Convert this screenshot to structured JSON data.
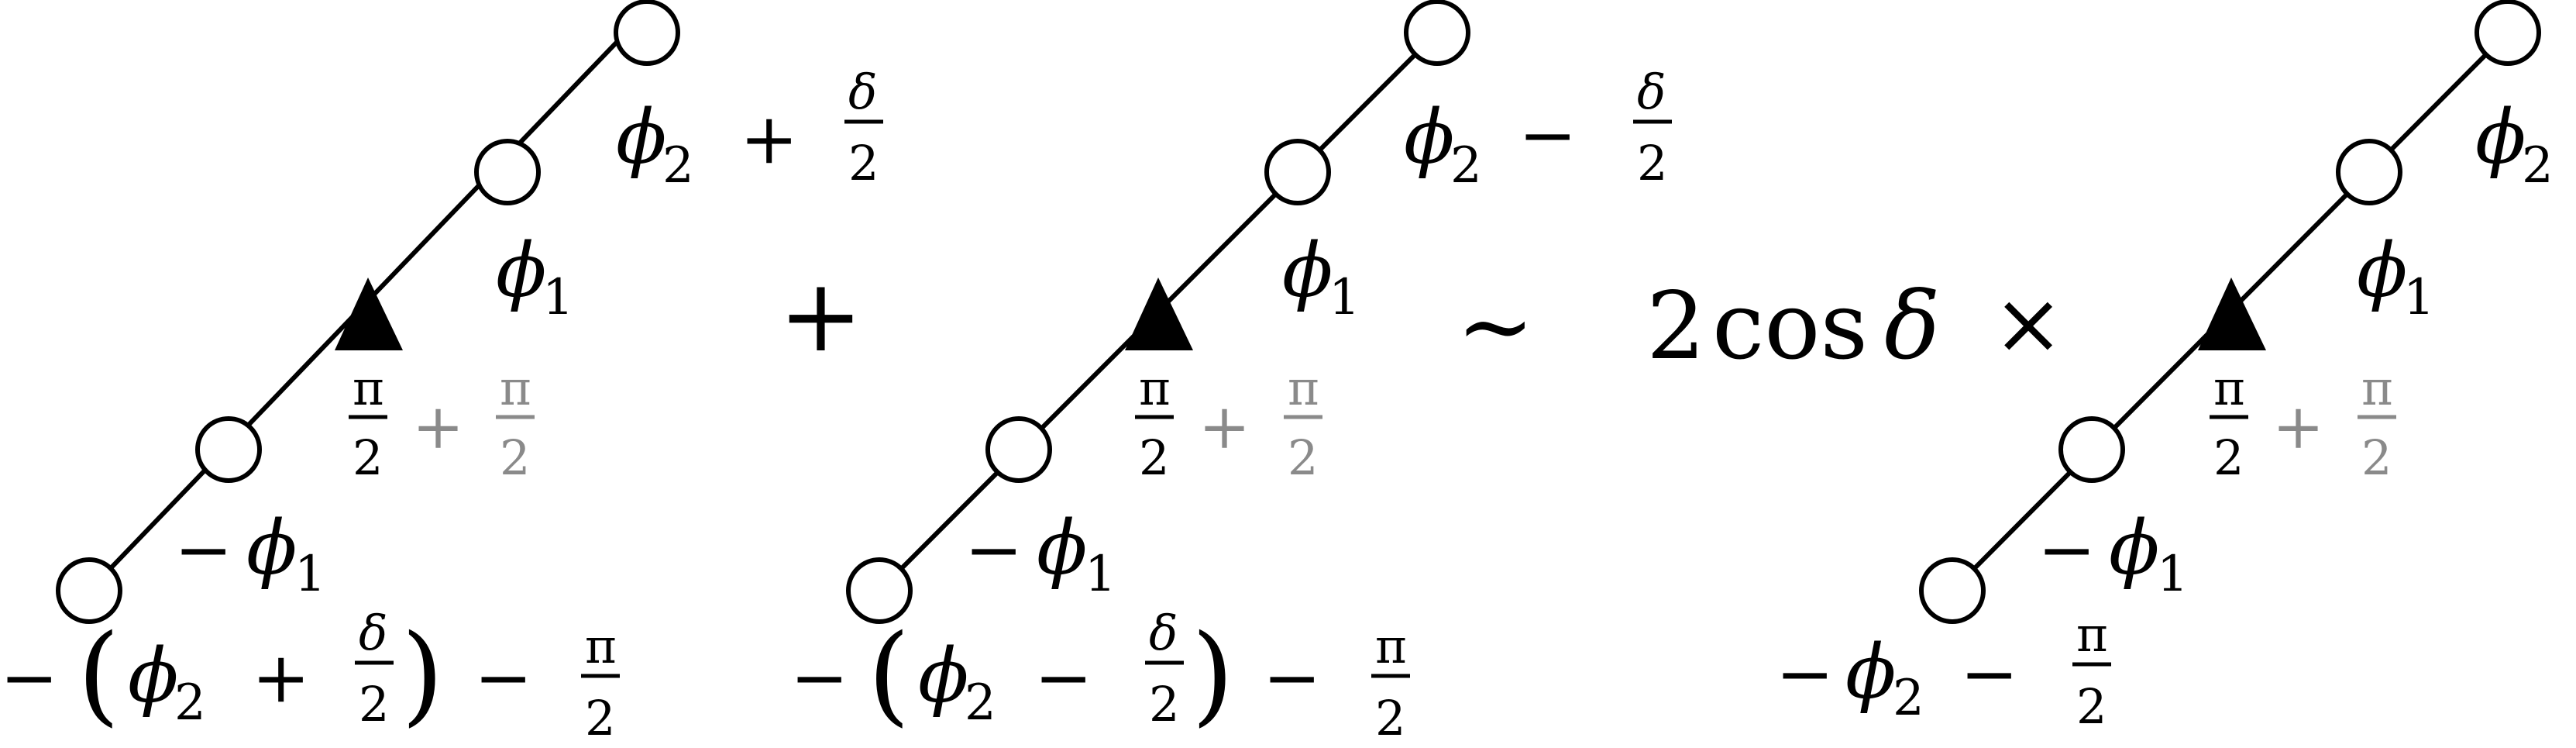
{
  "diagrams": [
    {
      "top_label": {
        "phi": "ϕ",
        "sub": "2",
        "op": "+",
        "frac_num": "δ",
        "frac_den": "2"
      },
      "mid_label": {
        "phi": "ϕ",
        "sub": "1"
      },
      "tri_label": {
        "num": "π",
        "den": "2",
        "plus": "+",
        "num2": "π",
        "den2": "2"
      },
      "low_label": {
        "minus": "−",
        "phi": "ϕ",
        "sub": "1"
      },
      "bottom_label": {
        "minus": "−",
        "lparen": "(",
        "phi": "ϕ",
        "sub": "2",
        "op": "+",
        "frac_num": "δ",
        "frac_den": "2",
        "rparen": ")",
        "minus2": "−",
        "pi": "π",
        "den": "2"
      }
    },
    {
      "top_label": {
        "phi": "ϕ",
        "sub": "2",
        "op": "−",
        "frac_num": "δ",
        "frac_den": "2"
      },
      "mid_label": {
        "phi": "ϕ",
        "sub": "1"
      },
      "tri_label": {
        "num": "π",
        "den": "2",
        "plus": "+",
        "num2": "π",
        "den2": "2"
      },
      "low_label": {
        "minus": "−",
        "phi": "ϕ",
        "sub": "1"
      },
      "bottom_label": {
        "minus": "−",
        "lparen": "(",
        "phi": "ϕ",
        "sub": "2",
        "op": "−",
        "frac_num": "δ",
        "frac_den": "2",
        "rparen": ")",
        "minus2": "−",
        "pi": "π",
        "den": "2"
      }
    },
    {
      "top_label": {
        "phi": "ϕ",
        "sub": "2"
      },
      "mid_label": {
        "phi": "ϕ",
        "sub": "1"
      },
      "tri_label": {
        "num": "π",
        "den": "2",
        "plus": "+",
        "num2": "π",
        "den2": "2"
      },
      "low_label": {
        "minus": "−",
        "phi": "ϕ",
        "sub": "1"
      },
      "bottom_label": {
        "minus": "−",
        "phi": "ϕ",
        "sub": "2",
        "minus2": "−",
        "pi": "π",
        "den": "2"
      }
    }
  ],
  "operators": {
    "plus": "+",
    "tilde": "∼",
    "coef_two": "2",
    "coef_cos": "cos",
    "coef_delta": "δ",
    "times": "×"
  }
}
